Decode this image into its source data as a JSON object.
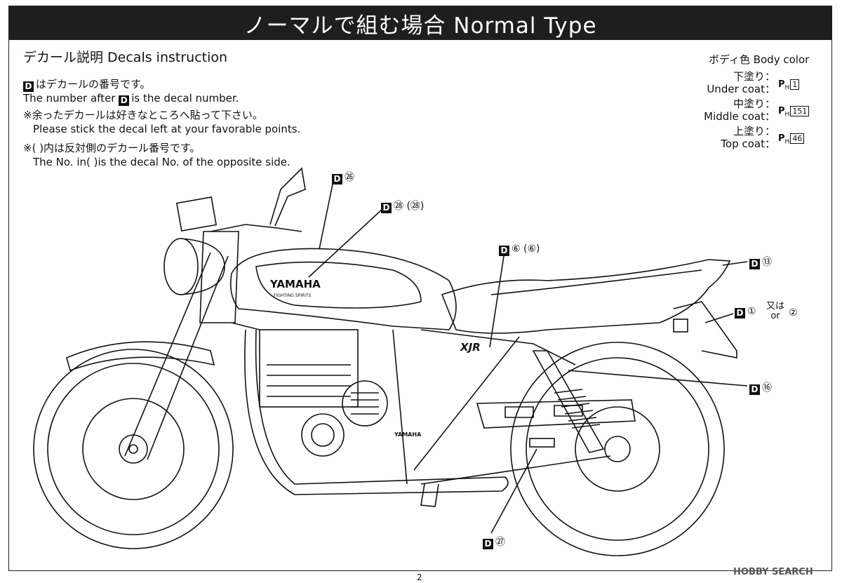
{
  "header": {
    "title": "ノーマルで組む場合  Normal Type"
  },
  "section": {
    "heading": "デカール説明   Decals instruction"
  },
  "instructions": {
    "line1_jp": "はデカールの番号です。",
    "line1_en_pre": "The number after",
    "line1_en_post": "is the decal number.",
    "line2_jp": "※余ったデカールは好きなところへ貼って下さい。",
    "line2_en": "Please stick the decal left at your favorable points.",
    "line3_jp": "※(   )内は反対側のデカール番号です。",
    "line3_en": "The No. in(   )is the decal No. of the opposite side.",
    "decal_letter": "D"
  },
  "body_color": {
    "title": "ボディ色 Body color",
    "paint_mark": "P",
    "paint_sub": "H",
    "rows": [
      {
        "jp": "下塗り：",
        "en": "Under coat：",
        "number": "1"
      },
      {
        "jp": "中塗り：",
        "en": "Middle coat：",
        "number": "151"
      },
      {
        "jp": "上塗り：",
        "en": "Top coat：",
        "number": "46"
      }
    ]
  },
  "callouts": {
    "c26": "㉖",
    "c28": "㉘ (㉘)",
    "c6": "⑥ (⑥)",
    "c13": "⑬",
    "c1": "①",
    "c1_or_jp": "又は",
    "c1_or_en": "or",
    "c2": "②",
    "c16": "⑯",
    "c27": "㉗"
  },
  "bike_text": {
    "tank_logo": "YAMAHA",
    "tank_sub": "FIGHTING SPIRITS",
    "side_logo": "XJR",
    "engine_logo": "YAMAHA"
  },
  "footer": {
    "page_number": "2",
    "watermark": "HOBBY SEARCH"
  }
}
